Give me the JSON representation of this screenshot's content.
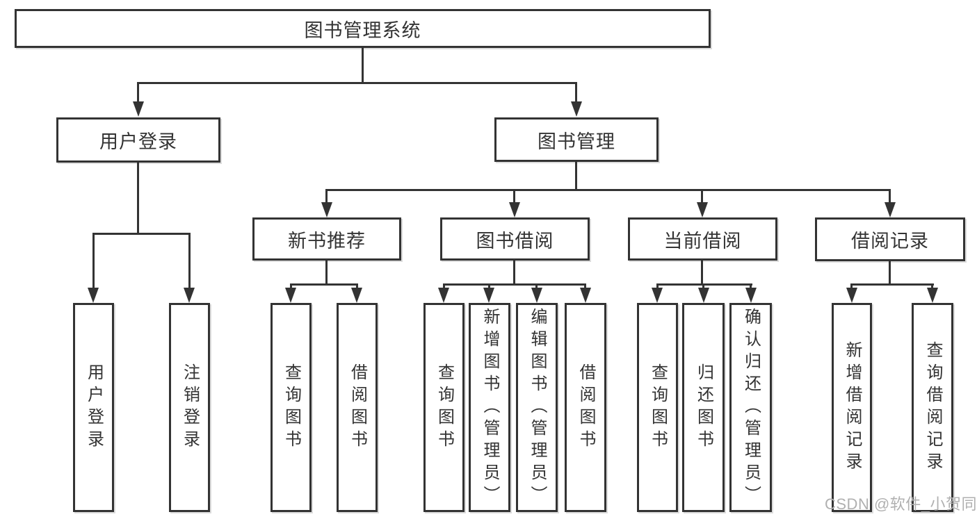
{
  "diagram": {
    "nodes": {
      "root": "图书管理系统",
      "user_login": "用户登录",
      "book_mgmt": "图书管理",
      "new_books": "新书推荐",
      "book_borrow": "图书借阅",
      "current_borrow": "当前借阅",
      "borrow_records": "借阅记录"
    },
    "leaves": {
      "user_login": [
        "用户登录",
        "注销登录"
      ],
      "new_books": [
        "查询图书",
        "借阅图书"
      ],
      "book_borrow": [
        "查询图书",
        "新增图书（管理员）",
        "编辑图书（管理员）",
        "借阅图书"
      ],
      "current_borrow": [
        "查询图书",
        "归还图书",
        "确认归还（管理员）"
      ],
      "borrow_records": [
        "新增借阅记录",
        "查询借阅记录"
      ]
    },
    "watermark": "CSDN @软件_小贺同学",
    "colors": {
      "line": "#333333",
      "text": "#333333",
      "background": "#ffffff",
      "watermark": "#b0b0b0"
    }
  }
}
